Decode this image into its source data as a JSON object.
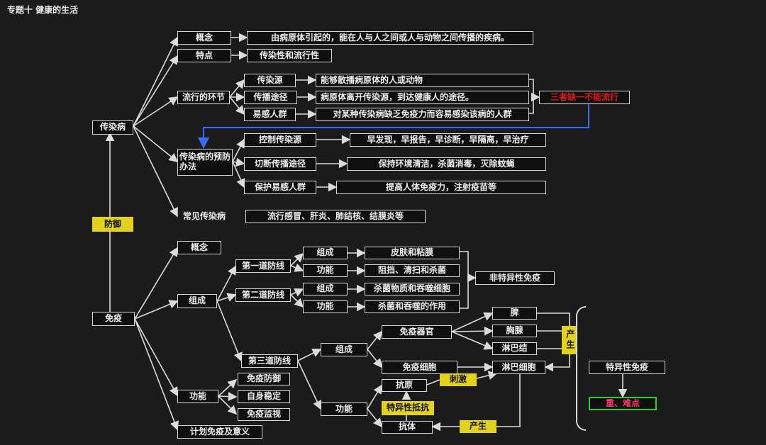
{
  "title": "专题十   健康的生活",
  "defense": {
    "label": "防御",
    "infectious": {
      "label": "传染病",
      "concept": {
        "label": "概念",
        "text": "由病原体引起的，能在人与人之间或人与动物之间传播的疾病。"
      },
      "feature": {
        "label": "特点",
        "text": "传染性和流行性"
      },
      "links": {
        "label": "流行的环节",
        "items": [
          {
            "label": "传染源",
            "text": "能够散播病原体的人或动物"
          },
          {
            "label": "传播途径",
            "text": "病原体离开传染源，到达健康人的途径。"
          },
          {
            "label": "易感人群",
            "text": "对某种传染病缺乏免疫力而容易感染该病的人群"
          }
        ],
        "note": "三者缺一不能流行"
      },
      "prevention": {
        "label": "传染病的预防办法",
        "items": [
          {
            "label": "控制传染源",
            "text": "早发现，早报告，早诊断，早隔离，早治疗"
          },
          {
            "label": "切断传播途径",
            "text": "保持环境清洁，杀菌消毒，灭除蚊蝇"
          },
          {
            "label": "保护易感人群",
            "text": "提高人体免疫力，注射疫苗等"
          }
        ]
      },
      "common": {
        "label": "常见传染病",
        "text": "流行感冒、肝炎、肺结核、结膜炎等"
      }
    },
    "immunity": {
      "label": "免疫",
      "concept": "概念",
      "composition": {
        "label": "组成",
        "first": {
          "label": "第一道防线",
          "comp": "组成",
          "comp_text": "皮肤和粘膜",
          "func": "功能",
          "func_text": "阻挡、清扫和杀菌"
        },
        "second": {
          "label": "第二道防线",
          "comp": "组成",
          "comp_text": "杀菌物质和吞噬细胞",
          "func": "功能",
          "func_text": "杀菌和吞噬的作用"
        },
        "nonspecific": "非特异性免疫",
        "third": {
          "label": "第三道防线",
          "comp": "组成",
          "organs": "免疫器官",
          "organ_items": [
            "脾",
            "胸腺",
            "淋巴结"
          ],
          "produce": "产生",
          "cells": "免疫细胞",
          "lymph": "淋巴细胞",
          "func": "功能",
          "antigen": "抗原",
          "stimulate": "刺激",
          "special": "特异性抵抗",
          "antibody": "抗体",
          "produce2": "产生"
        },
        "specific": "特异性免疫",
        "key": "重、难点"
      },
      "functions": {
        "label": "功能",
        "items": [
          "免疫防御",
          "自身稳定",
          "免疫监视"
        ]
      },
      "plan": "计划免疫及意义"
    }
  }
}
